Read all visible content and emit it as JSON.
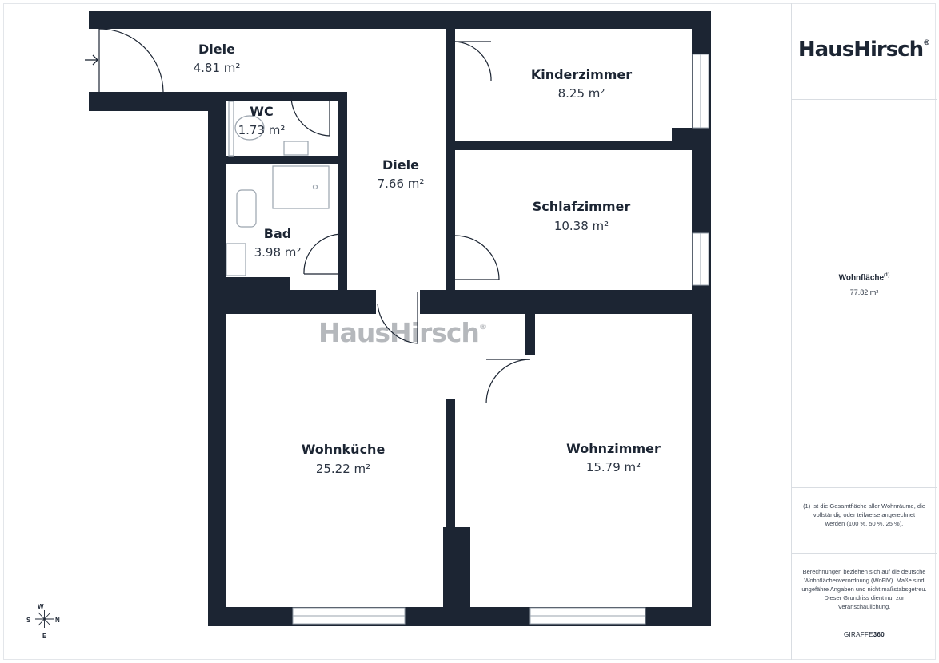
{
  "brand": {
    "logo_text": "HausHirsch",
    "logo_mark": "®",
    "watermark_text": "HausHirsch",
    "watermark_mark": "®"
  },
  "rooms": [
    {
      "id": "diele-top",
      "name": "Diele",
      "area": "4.81 m²"
    },
    {
      "id": "kinderzimmer",
      "name": "Kinderzimmer",
      "area": "8.25 m²"
    },
    {
      "id": "wc",
      "name": "WC",
      "area": "1.73 m²"
    },
    {
      "id": "diele-mid",
      "name": "Diele",
      "area": "7.66 m²"
    },
    {
      "id": "schlafzimmer",
      "name": "Schlafzimmer",
      "area": "10.38 m²"
    },
    {
      "id": "bad",
      "name": "Bad",
      "area": "3.98 m²"
    },
    {
      "id": "wohnkueche",
      "name": "Wohnküche",
      "area": "25.22 m²"
    },
    {
      "id": "wohnzimmer",
      "name": "Wohnzimmer",
      "area": "15.79 m²"
    }
  ],
  "compass": {
    "n": "N",
    "s": "S",
    "e": "E",
    "w": "W"
  },
  "sidebar": {
    "area_label": "Wohnfläche",
    "area_label_sup": "(1)",
    "area_value": "77.82 m²",
    "footnote": "(1) Ist die Gesamtfläche aller Wohnräume, die vollständig oder teilweise angerechnet werden (100 %, 50 %, 25 %).",
    "disclaimer": "Berechnungen beziehen sich auf die deutsche Wohnflächenverordnung (WoFlV). Maße sind ungefähre Angaben und nicht maßstabsgetreu. Dieser Grundriss dient nur zur Veranschaulichung.",
    "footer_brand_a": "GIRAFFE",
    "footer_brand_b": "360"
  },
  "colors": {
    "wall": "#1c2533",
    "fixture": "#9aa3ad",
    "background": "#ffffff",
    "divider": "#d9dde2"
  }
}
